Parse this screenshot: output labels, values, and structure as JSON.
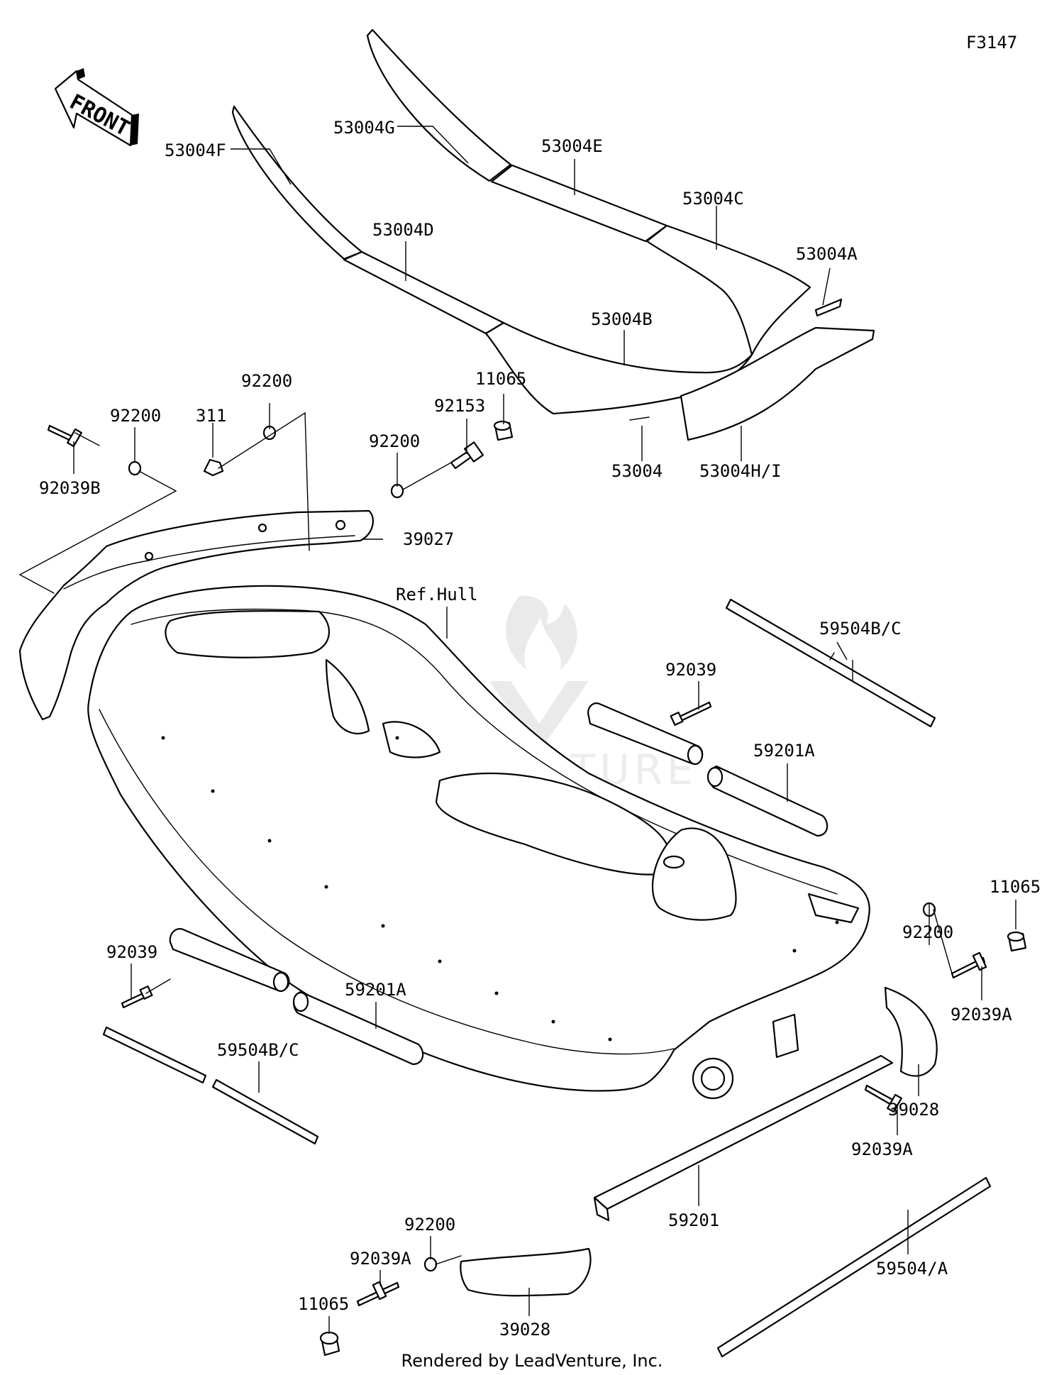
{
  "figure_code": "F3147",
  "front_label": "FRONT",
  "footer": "Rendered by LeadVenture, Inc.",
  "watermark": "LEADVENTURE",
  "callouts": {
    "p53004G": "53004G",
    "p53004F": "53004F",
    "p53004E": "53004E",
    "p53004C": "53004C",
    "p53004D": "53004D",
    "p53004A": "53004A",
    "p53004B": "53004B",
    "p53004": "53004",
    "p53004HI": "53004H/I",
    "p11065_top": "11065",
    "p92153": "92153",
    "p92200_a": "92200",
    "p92200_b": "92200",
    "p92200_c": "92200",
    "p311": "311",
    "p92039B": "92039B",
    "p39027": "39027",
    "ref_hull": "Ref.Hull",
    "p59504BC_top": "59504B/C",
    "p92039_top": "92039",
    "p59201A_top": "59201A",
    "p11065_right": "11065",
    "p92200_right": "92200",
    "p92039A_right": "92039A",
    "p92039_left": "92039",
    "p59201A_left": "59201A",
    "p59504BC_left": "59504B/C",
    "p39028_right": "39028",
    "p92039A_mid": "92039A",
    "p59201": "59201",
    "p92200_bottom": "92200",
    "p92039A_bottom": "92039A",
    "p59504A": "59504/A",
    "p11065_bottom": "11065",
    "p39028_bottom": "39028"
  }
}
